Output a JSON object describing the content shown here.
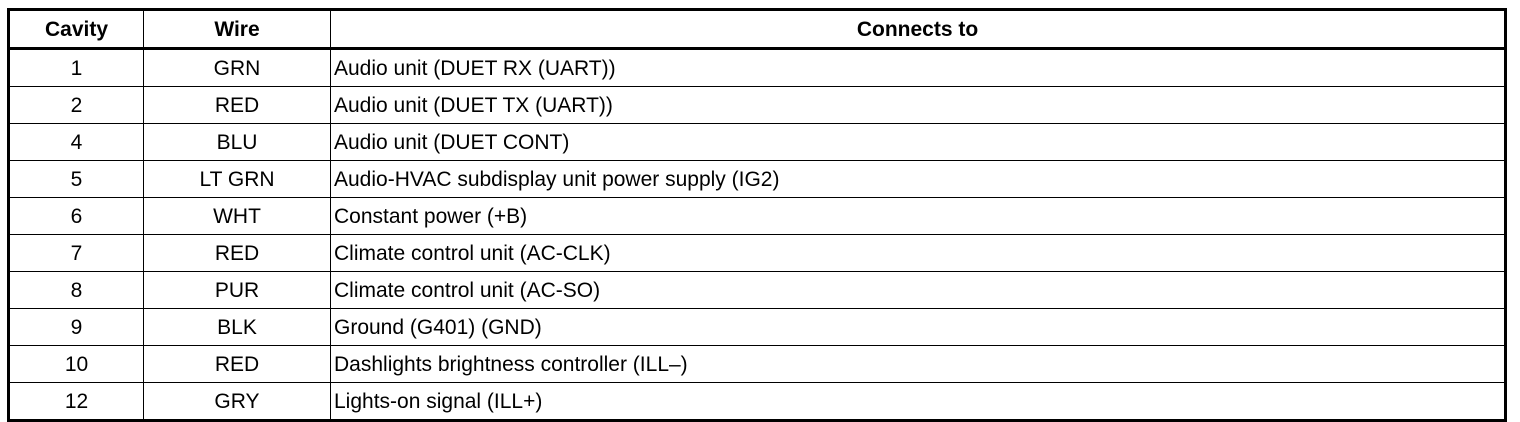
{
  "table": {
    "headers": [
      "Cavity",
      "Wire",
      "Connects to"
    ],
    "rows": [
      {
        "cavity": "1",
        "wire": "GRN",
        "connects_to": "Audio unit (DUET RX (UART))"
      },
      {
        "cavity": "2",
        "wire": "RED",
        "connects_to": "Audio unit (DUET TX (UART))"
      },
      {
        "cavity": "4",
        "wire": "BLU",
        "connects_to": "Audio unit (DUET CONT)"
      },
      {
        "cavity": "5",
        "wire": "LT GRN",
        "connects_to": "Audio-HVAC subdisplay unit power supply (IG2)"
      },
      {
        "cavity": "6",
        "wire": "WHT",
        "connects_to": "Constant power (+B)"
      },
      {
        "cavity": "7",
        "wire": "RED",
        "connects_to": "Climate control unit (AC-CLK)"
      },
      {
        "cavity": "8",
        "wire": "PUR",
        "connects_to": "Climate control unit (AC-SO)"
      },
      {
        "cavity": "9",
        "wire": "BLK",
        "connects_to": "Ground (G401) (GND)"
      },
      {
        "cavity": "10",
        "wire": "RED",
        "connects_to": "Dashlights brightness controller (ILL–)"
      },
      {
        "cavity": "12",
        "wire": "GRY",
        "connects_to": "Lights-on signal (ILL+)"
      }
    ]
  }
}
